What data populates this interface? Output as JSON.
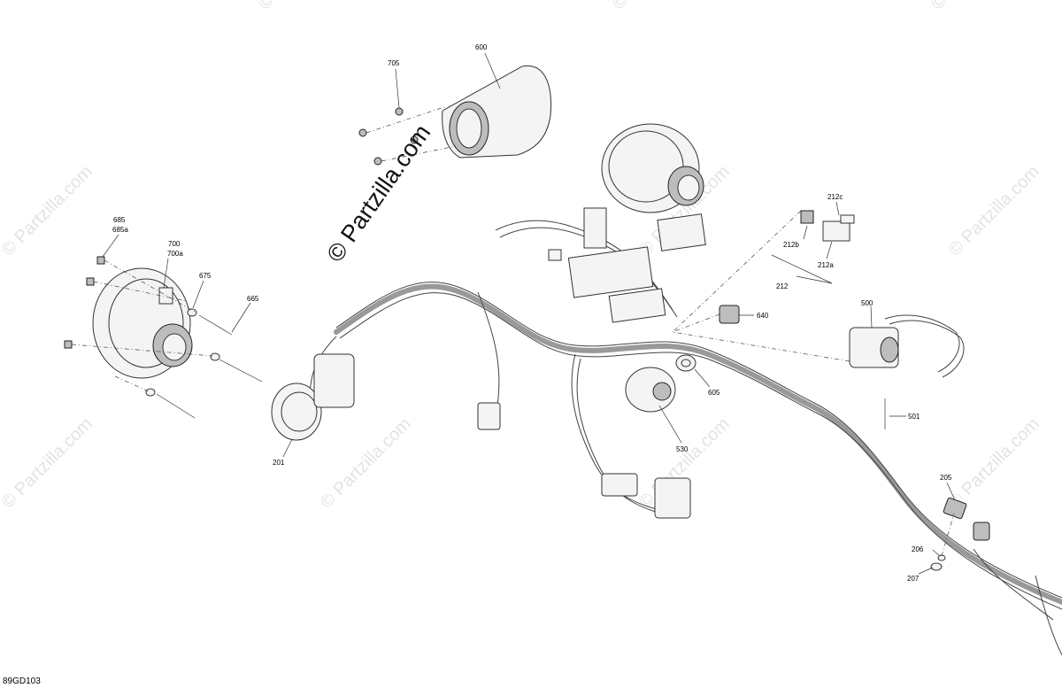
{
  "diagram": {
    "watermark_main": "© Partzilla.com",
    "watermark_repeat": "© Partzilla.com",
    "reference_code": "89GD103",
    "callouts": {
      "c705": "705",
      "c600": "600",
      "c685": "685",
      "c685a": "685a",
      "c700": "700",
      "c700a": "700a",
      "c675": "675",
      "c665": "665",
      "c201": "201",
      "c212c": "212c",
      "c212b": "212b",
      "c212a": "212a",
      "c212": "212",
      "c640": "640",
      "c500": "500",
      "c605": "605",
      "c530": "530",
      "c501": "501",
      "c205": "205",
      "c206": "206",
      "c207": "207"
    }
  }
}
